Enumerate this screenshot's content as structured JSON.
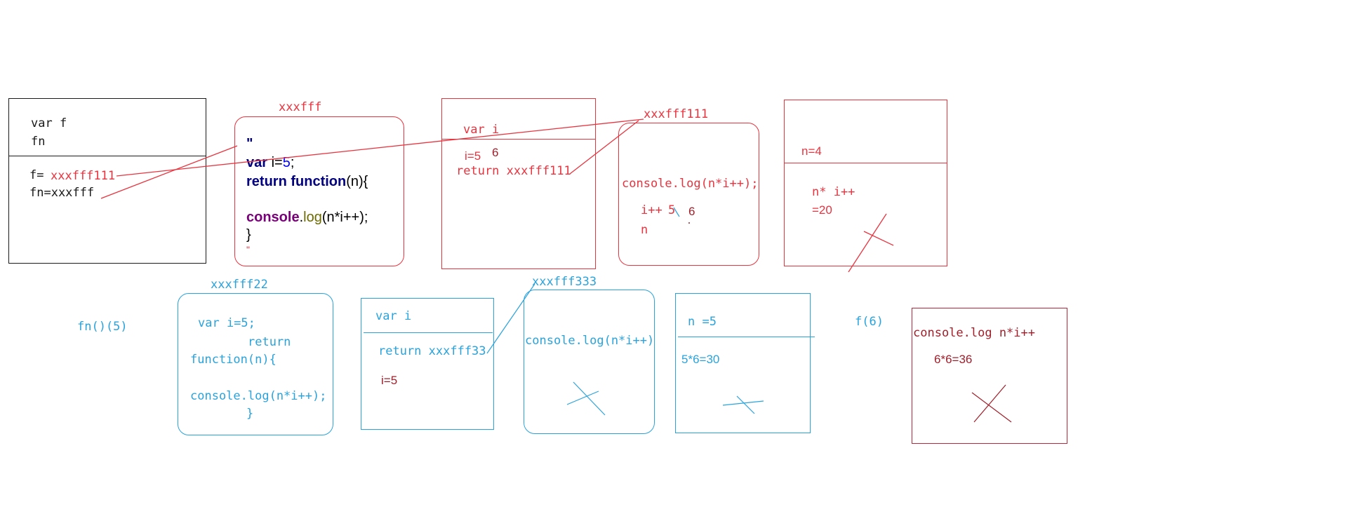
{
  "global": {
    "var_f": "var f",
    "fn": "fn",
    "f_assign": "f=",
    "f_value": "xxxfff111",
    "fn_assign": "fn=xxxfff"
  },
  "heap_xxxfff": {
    "label": "xxxfff",
    "open_quote": "\"",
    "code_var": "var",
    "code_i": " i=",
    "code_five": "5",
    "code_semi": ";",
    "code_return": "return",
    "code_function": "function",
    "code_params": "(n){",
    "code_console": "console",
    "code_dot": ".",
    "code_log": "log",
    "code_args": "(n*i++);",
    "code_close": "}",
    "close_quote": "\""
  },
  "scope_red": {
    "var_i": "var i",
    "i_eq": "i=5",
    "i_new": "6",
    "return_line": "return xxxfff111"
  },
  "heap_xxxfff111": {
    "label": "xxxfff111",
    "code": "console.log(n*i++);",
    "i_pp": "i++",
    "i_val": "5",
    "i_new": "6",
    "n": "n"
  },
  "scope_n4": {
    "n_eq": "n=4",
    "expr": "n* i++",
    "result": "=20"
  },
  "call_fn5": "fn()(5)",
  "heap_xxxfff22": {
    "label": "xxxfff22",
    "line1": "var i=5;",
    "line2": "return",
    "line3": "function(n){",
    "line4": "console.log(n*i++);",
    "line5": "}"
  },
  "scope_blue": {
    "var_i": "var i",
    "return_line": "return xxxfff33",
    "i_eq": "i=5"
  },
  "heap_xxxfff333": {
    "label": "xxxfff333",
    "code": "console.log(n*i++)"
  },
  "scope_n5": {
    "n_eq": "n =5",
    "result": "5*6=30"
  },
  "call_f6": "f(6)",
  "box_f6": {
    "code": "console.log n*i++",
    "result": "6*6=36"
  },
  "colors": {
    "red": "#e8343f",
    "dark_red": "#a01f2a",
    "blue": "#2aa3dc",
    "black": "#1a1a1a"
  }
}
